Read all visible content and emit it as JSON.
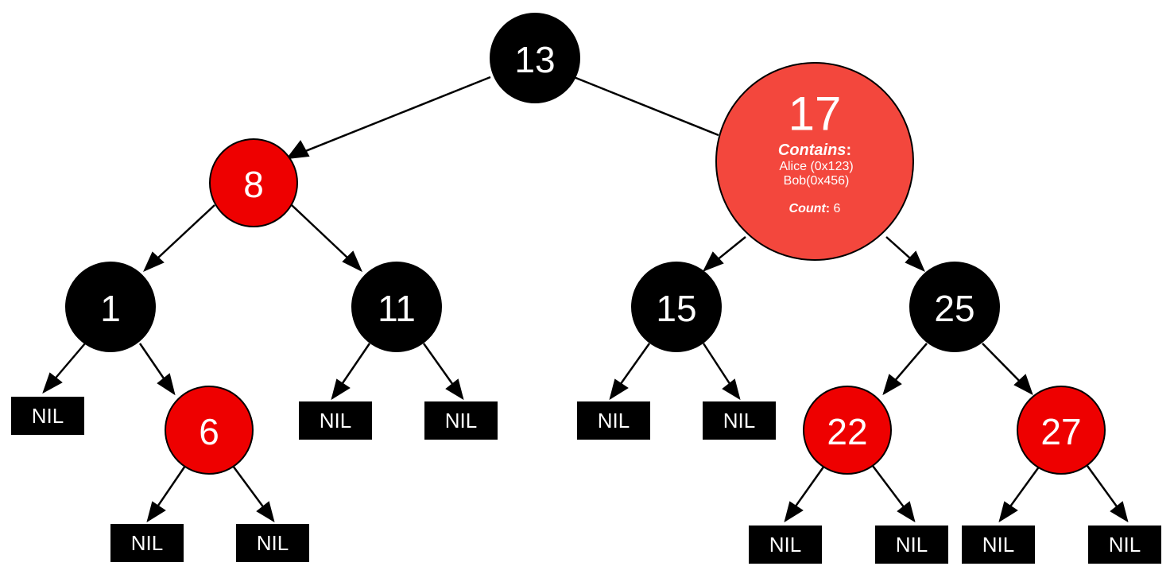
{
  "colors": {
    "black_node": "#000000",
    "red_node": "#ee0000",
    "highlight_node": "#f3473d",
    "nil": "#000000",
    "edge": "#000000",
    "text": "#ffffff",
    "background": "#ffffff"
  },
  "tree": {
    "root": "13",
    "nodes": [
      {
        "id": "n13",
        "label": "13",
        "color": "black"
      },
      {
        "id": "n8",
        "label": "8",
        "color": "red"
      },
      {
        "id": "n17",
        "label": "17",
        "color": "highlight"
      },
      {
        "id": "n1",
        "label": "1",
        "color": "black"
      },
      {
        "id": "n11",
        "label": "11",
        "color": "black"
      },
      {
        "id": "n15",
        "label": "15",
        "color": "black"
      },
      {
        "id": "n25",
        "label": "25",
        "color": "black"
      },
      {
        "id": "n6",
        "label": "6",
        "color": "red"
      },
      {
        "id": "n22",
        "label": "22",
        "color": "red"
      },
      {
        "id": "n27",
        "label": "27",
        "color": "red"
      }
    ],
    "nil_label": "NIL",
    "nil_leaves": [
      {
        "id": "nil1l",
        "parent": "1"
      },
      {
        "id": "nil6l",
        "parent": "6"
      },
      {
        "id": "nil6r",
        "parent": "6"
      },
      {
        "id": "nil11l",
        "parent": "11"
      },
      {
        "id": "nil11r",
        "parent": "11"
      },
      {
        "id": "nil15l",
        "parent": "15"
      },
      {
        "id": "nil15r",
        "parent": "15"
      },
      {
        "id": "nil22l",
        "parent": "22"
      },
      {
        "id": "nil22r",
        "parent": "22"
      },
      {
        "id": "nil27l",
        "parent": "27"
      },
      {
        "id": "nil27r",
        "parent": "27"
      }
    ]
  },
  "node_info": {
    "node": "17",
    "contains_label": "Contains",
    "contains_colon": ":",
    "entries": [
      "Alice (0x123)",
      "Bob(0x456)"
    ],
    "count_label": "Count",
    "count_colon": ":",
    "count_value": "6"
  }
}
